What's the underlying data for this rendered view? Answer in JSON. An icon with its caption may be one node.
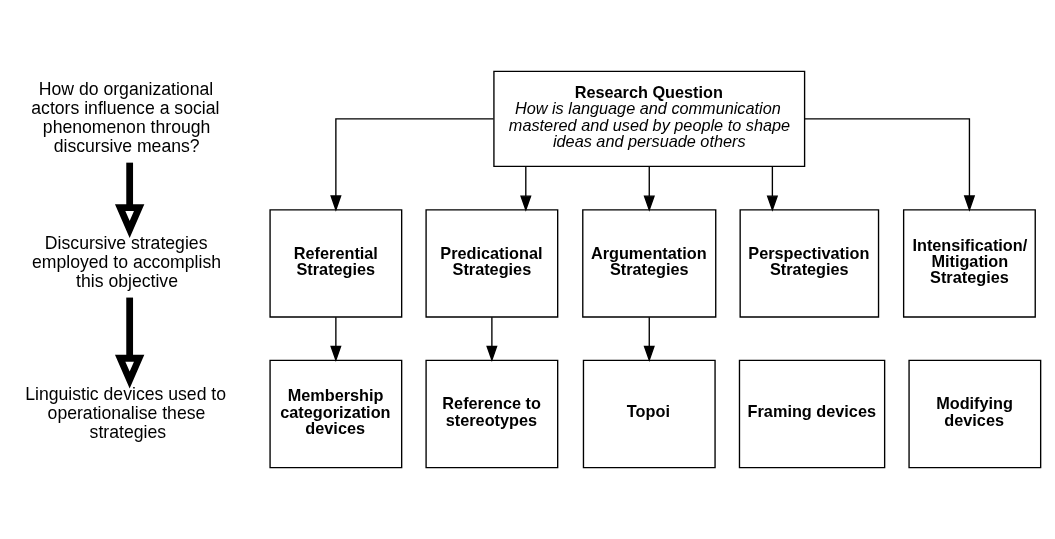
{
  "diagram": {
    "nodes": [
      {
        "text": [
          "How do organizational actors influence a social phenomenon through discursive means?"
        ]
      },
      {
        "text": [
          "Discursive strategies employed to accomplish this objective"
        ]
      },
      {
        "text": [
          "Linguistic devices used to operationalise these strategies"
        ]
      },
      {
        "text": [
          "Research Question",
          "How is language and communication mastered and used by people to shape ideas and persuade others"
        ]
      },
      {
        "text": [
          "Referential Strategies"
        ]
      },
      {
        "text": [
          "Predicational Strategies"
        ]
      },
      {
        "text": [
          "Argumentation Strategies"
        ]
      },
      {
        "text": [
          "Perspectivation Strategies"
        ]
      },
      {
        "text": [
          "Intensification/ Mitigation Strategies"
        ]
      },
      {
        "text": [
          "Membership categorization devices"
        ]
      },
      {
        "text": [
          "Reference to stereotypes"
        ]
      },
      {
        "text": [
          "Topoi"
        ]
      },
      {
        "text": [
          "Framing devices"
        ]
      },
      {
        "text": [
          "Modifying devices"
        ]
      }
    ],
    "edges": [
      {
        "from": 0,
        "to": 1,
        "arrow": "to",
        "style": "thick"
      },
      {
        "from": 1,
        "to": 2,
        "arrow": "to",
        "style": "thick"
      },
      {
        "from": 3,
        "to": 4,
        "arrow": "to"
      },
      {
        "from": 3,
        "to": 5,
        "arrow": "to"
      },
      {
        "from": 3,
        "to": 6,
        "arrow": "to"
      },
      {
        "from": 3,
        "to": 7,
        "arrow": "to"
      },
      {
        "from": 3,
        "to": 8,
        "arrow": "to"
      },
      {
        "from": 4,
        "to": 9,
        "arrow": "to"
      },
      {
        "from": 5,
        "to": 10,
        "arrow": "to"
      },
      {
        "from": 6,
        "to": 11,
        "arrow": "to"
      }
    ]
  }
}
